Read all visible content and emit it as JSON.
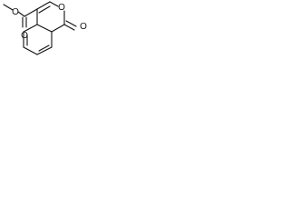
{
  "colors": {
    "bond": "#111111",
    "atom_label": "#111111",
    "background": "#ffffff"
  },
  "molecule": {
    "atom_labels": {
      "ester_methoxy_o": "O",
      "ester_carbonyl_o": "O",
      "ring_o": "O",
      "lactone_carbonyl_o": "O"
    }
  }
}
